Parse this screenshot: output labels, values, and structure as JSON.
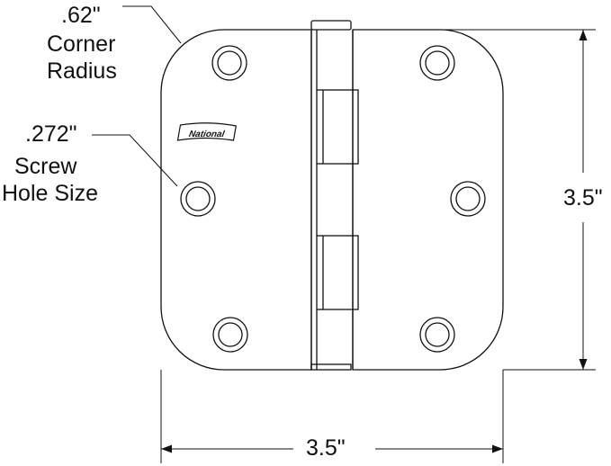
{
  "labels": {
    "corner_value": ".62\"",
    "corner_line1": "Corner",
    "corner_line2": "Radius",
    "screw_value": ".272\"",
    "screw_line1": "Screw",
    "screw_line2": "Hole Size",
    "height_dim": "3.5\"",
    "width_dim": "3.5\""
  },
  "logo": {
    "text": "National"
  },
  "colors": {
    "line": "#111111",
    "background": "#ffffff"
  }
}
